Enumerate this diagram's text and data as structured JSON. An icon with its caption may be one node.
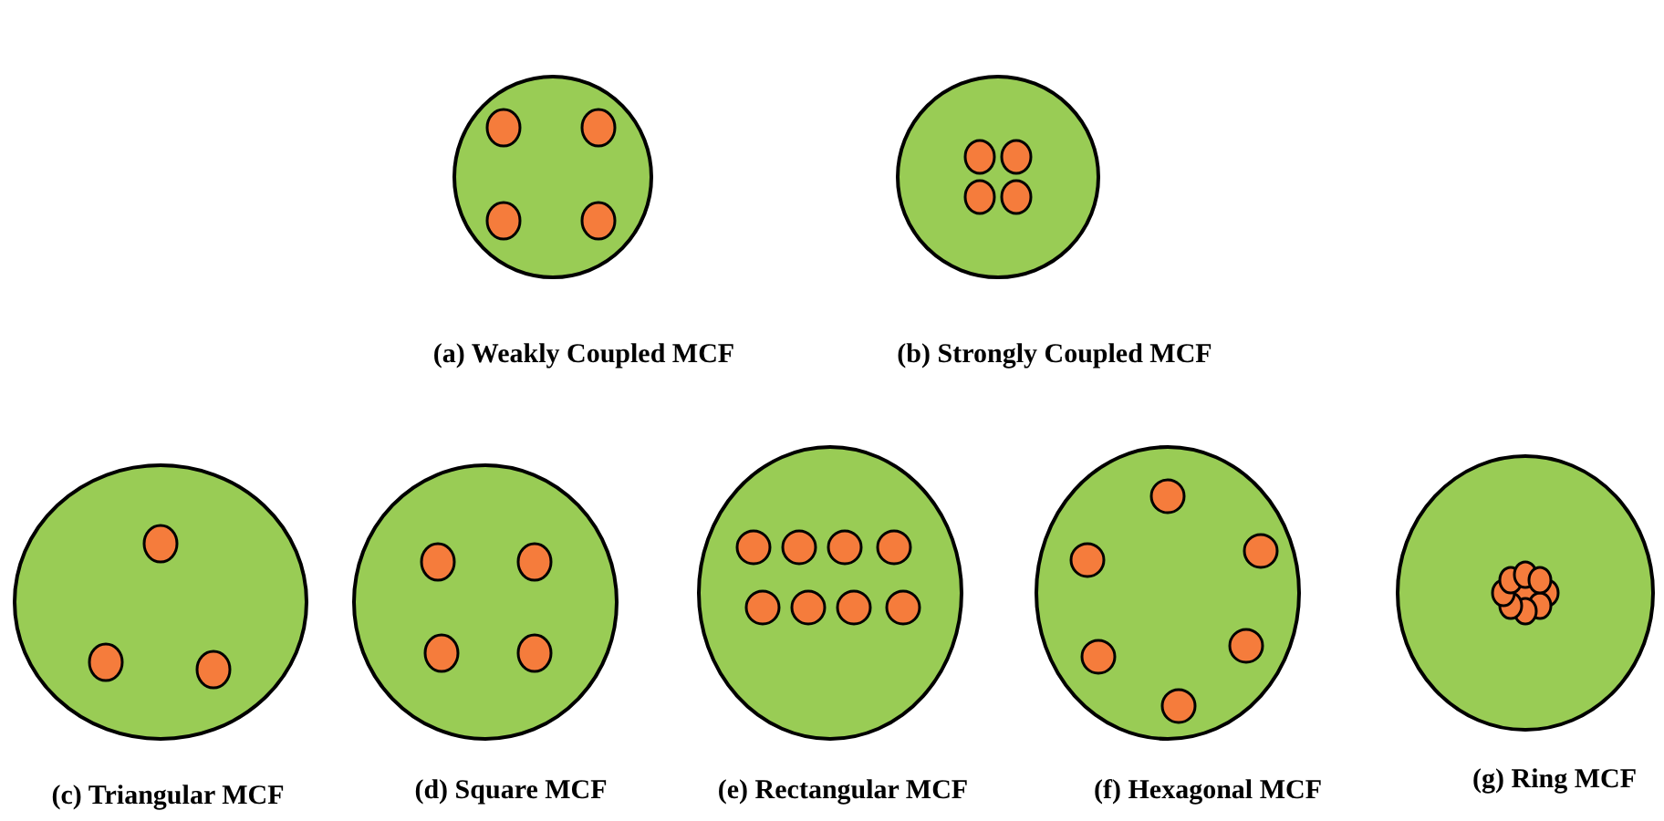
{
  "diagram": {
    "nodes": [
      {
        "text": [],
        "shape": "circle",
        "beside": [
          "(a) Weakly Coupled MCF"
        ]
      },
      {
        "text": [],
        "shape": "circle",
        "beside": [
          "(b) Strongly Coupled MCF"
        ]
      },
      {
        "text": [],
        "shape": "circle",
        "beside": [
          "(c) Triangular MCF"
        ]
      },
      {
        "text": [],
        "shape": "circle",
        "beside": [
          "(d) Square MCF"
        ]
      },
      {
        "text": [],
        "shape": "circle",
        "beside": [
          "(e) Rectangular MCF"
        ]
      },
      {
        "text": [],
        "shape": "circle",
        "beside": [
          "(f) Hexagonal MCF"
        ]
      },
      {
        "text": [],
        "shape": "circle",
        "beside": [
          "(g) Ring MCF"
        ]
      }
    ],
    "edges": []
  }
}
